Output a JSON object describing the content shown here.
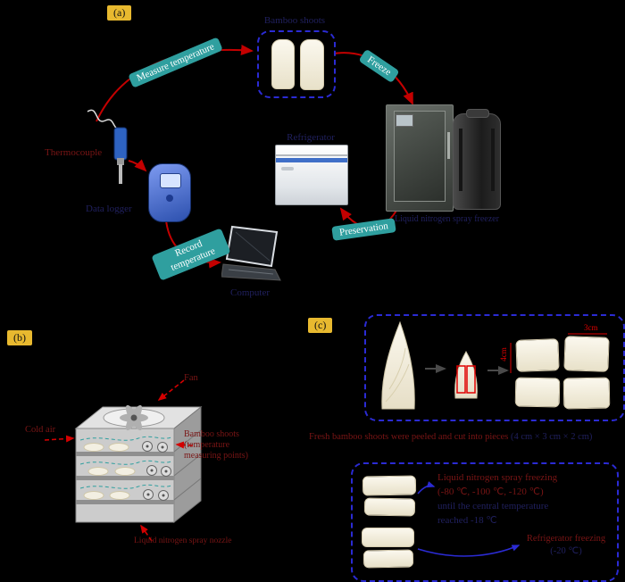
{
  "colors": {
    "background": "#000000",
    "badge_teal": "#2f9f9f",
    "tag_yellow": "#e8b92f",
    "arrow_red": "#c40000",
    "dashed_box_blue": "#2b2bd4",
    "dark_red_text": "#7a1515",
    "dark_blue_text": "#20205e",
    "dimension_red": "#e00000",
    "bamboo_ivory": "#f5f1e3"
  },
  "panel_a": {
    "tag": "(a)",
    "bamboo_box_label": "Bamboo shoots",
    "badge_measure": "Measure temperature",
    "badge_freeze": "Freeze",
    "badge_preservation": "Preservation",
    "badge_record": "Record temperature",
    "label_thermocouple": "Thermocouple",
    "label_data_logger": "Data logger",
    "label_refrigerator": "Refrigerator",
    "label_ln_freezer": "Liquid nitrogen spray freezer",
    "label_computer": "Computer"
  },
  "panel_b": {
    "tag": "(b)",
    "label_fan": "Fan",
    "label_cold_air": "Cold air",
    "label_shoots_1": "Bamboo shoots",
    "label_shoots_2": "(temperature",
    "label_shoots_3": "measuring points)",
    "label_nozzle": "Liquid nitrogen spray nozzle"
  },
  "panel_c": {
    "tag": "(c)",
    "dim_width": "3cm",
    "dim_height": "4cm",
    "caption_part1": "Fresh bamboo shoots were peeled and cut into pieces",
    "caption_part2": " (4 cm × 3 cm × 2 cm)",
    "group1_line1": "Liquid nitrogen spray freezing",
    "group1_line2": "(-80 ℃, -100 ℃, -120 ℃)",
    "group1_line3": "until the central temperature",
    "group1_line4": "reached -18 ℃",
    "group2_line1": "Refrigerator freezing",
    "group2_line2": "(-20 ℃)"
  }
}
